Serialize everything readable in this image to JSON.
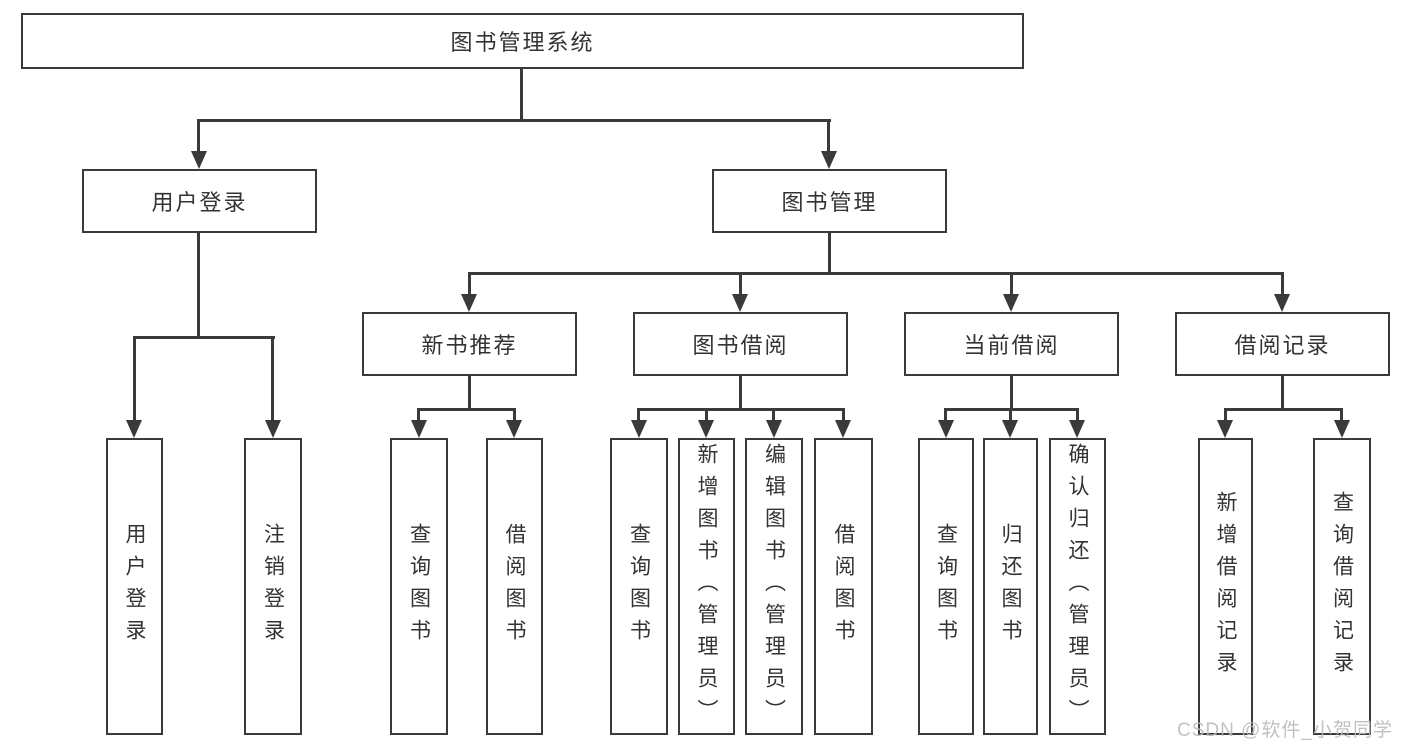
{
  "root": {
    "label": "图书管理系统"
  },
  "branches": [
    {
      "label": "用户登录",
      "children": [
        {
          "label": "用户登录"
        },
        {
          "label": "注销登录"
        }
      ]
    },
    {
      "label": "图书管理",
      "sections": [
        {
          "label": "新书推荐",
          "children": [
            {
              "label": "查询图书"
            },
            {
              "label": "借阅图书"
            }
          ]
        },
        {
          "label": "图书借阅",
          "children": [
            {
              "label": "查询图书"
            },
            {
              "label": "新增图书（管理员）"
            },
            {
              "label": "编辑图书（管理员）"
            },
            {
              "label": "借阅图书"
            }
          ]
        },
        {
          "label": "当前借阅",
          "children": [
            {
              "label": "查询图书"
            },
            {
              "label": "归还图书"
            },
            {
              "label": "确认归还（管理员）"
            }
          ]
        },
        {
          "label": "借阅记录",
          "children": [
            {
              "label": "新增借阅记录"
            },
            {
              "label": "查询借阅记录"
            }
          ]
        }
      ]
    }
  ],
  "watermark": "CSDN @软件_小贺同学",
  "colors": {
    "line": "#3a3a3a",
    "text": "#333333",
    "watermark": "#bbbbbb",
    "background": "#ffffff"
  }
}
